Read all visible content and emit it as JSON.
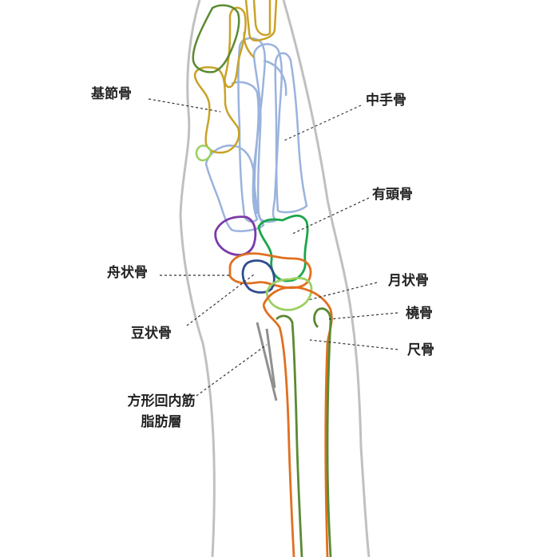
{
  "labels": {
    "phalanx": "基節骨",
    "metacarpal": "中手骨",
    "capitate": "有頭骨",
    "scaphoid": "舟状骨",
    "lunate": "月状骨",
    "pisiform": "豆状骨",
    "radius": "橈骨",
    "ulna": "尺骨",
    "pronator_line1": "方形回内筋",
    "pronator_line2": "脂肪層"
  },
  "colors": {
    "skin": "#c0c0c0",
    "phalanx_gold": "#c9a227",
    "phalanx_green": "#5a8a32",
    "metacarpal": "#9ab3dd",
    "capitate": "#1aa64a",
    "scaphoid": "#7b3aa8",
    "lunate": "#9bd060",
    "pisiform": "#2f4d8f",
    "radius": "#e07020",
    "ulna": "#5a8a32",
    "fat_line": "#909090",
    "leader": "#333333"
  }
}
